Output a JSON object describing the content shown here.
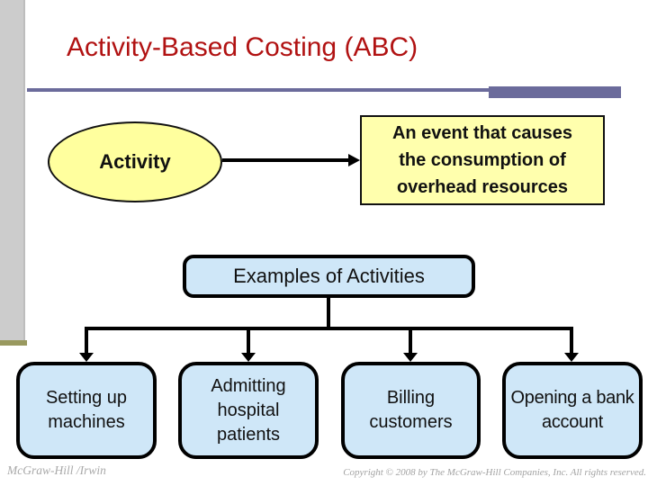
{
  "slide": {
    "title": "Activity-Based Costing (ABC)",
    "activity": {
      "label": "Activity"
    },
    "event_box": {
      "line1": "An event that causes",
      "line2": "the consumption of",
      "line3": "overhead resources"
    },
    "examples_header": "Examples of Activities",
    "examples": [
      {
        "label": "Setting up machines"
      },
      {
        "label": "Admitting hospital patients"
      },
      {
        "label": "Billing customers"
      },
      {
        "label": "Opening a bank account"
      }
    ],
    "footer": {
      "brand": "McGraw-Hill /Irwin",
      "copyright": "Copyright © 2008 by The McGraw-Hill Companies, Inc. All rights reserved."
    },
    "colors": {
      "title_red": "#b11212",
      "divider_purple": "#6b6b9b",
      "ellipse_yellow": "#ffff9e",
      "event_yellow": "#ffffad",
      "card_blue": "#cfe7f8",
      "sidebar_gray": "#cccccc",
      "sidebar_olive": "#99995f",
      "connector_black": "#000000"
    }
  }
}
